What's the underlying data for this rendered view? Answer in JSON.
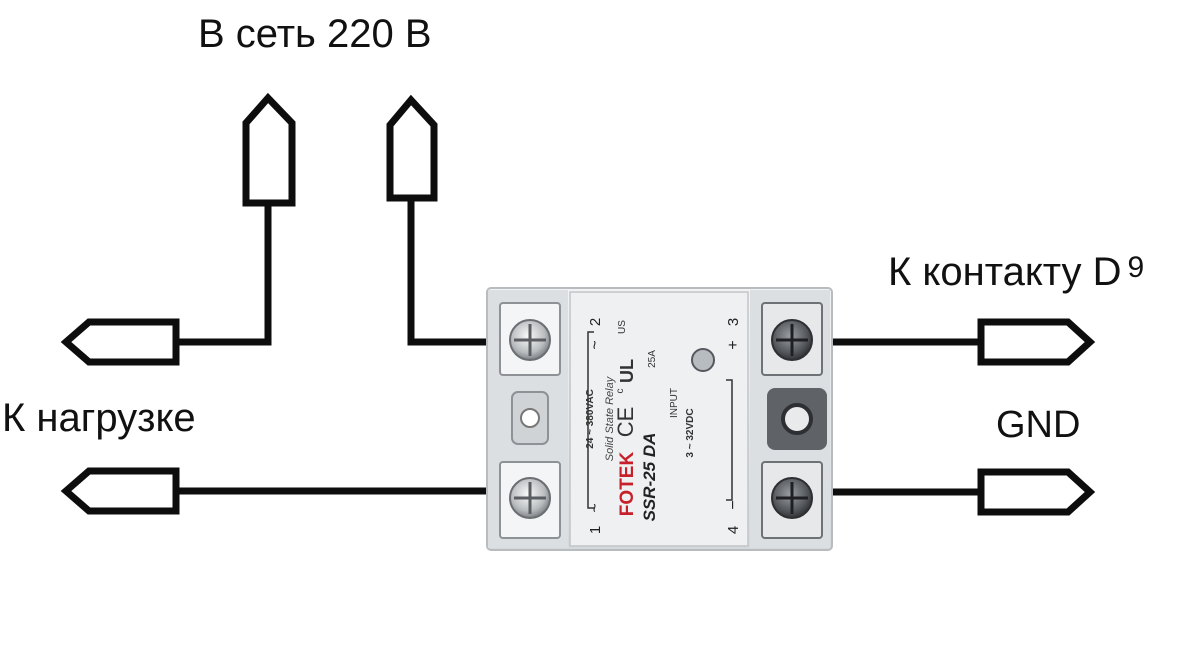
{
  "labels": {
    "mains": "В сеть 220 В",
    "load": "К нагрузке",
    "control_prefix": "К контакту D",
    "control_pin": "9",
    "ground": "GND"
  },
  "relay": {
    "brand": "FOTEK",
    "model": "SSR-25 DA",
    "type": "Solid State Relay",
    "current": "25A",
    "ac_range": "24 ~ 380VAC",
    "dc_range": "3 ~ 32VDC",
    "input_label": "INPUT",
    "terminals": [
      "1",
      "2",
      "3",
      "4"
    ],
    "ce_mark": "CE",
    "ul_mark_c": "c",
    "ul_mark_us": "US",
    "ul_text": "UL",
    "plus": "+",
    "minus": "−",
    "tilde": "~"
  },
  "colors": {
    "wire": "#0d0d0d",
    "relay_body": "#e3e5e7",
    "relay_face": "#eef0f2",
    "brand_red": "#c8202a",
    "text_dark": "#222222"
  }
}
